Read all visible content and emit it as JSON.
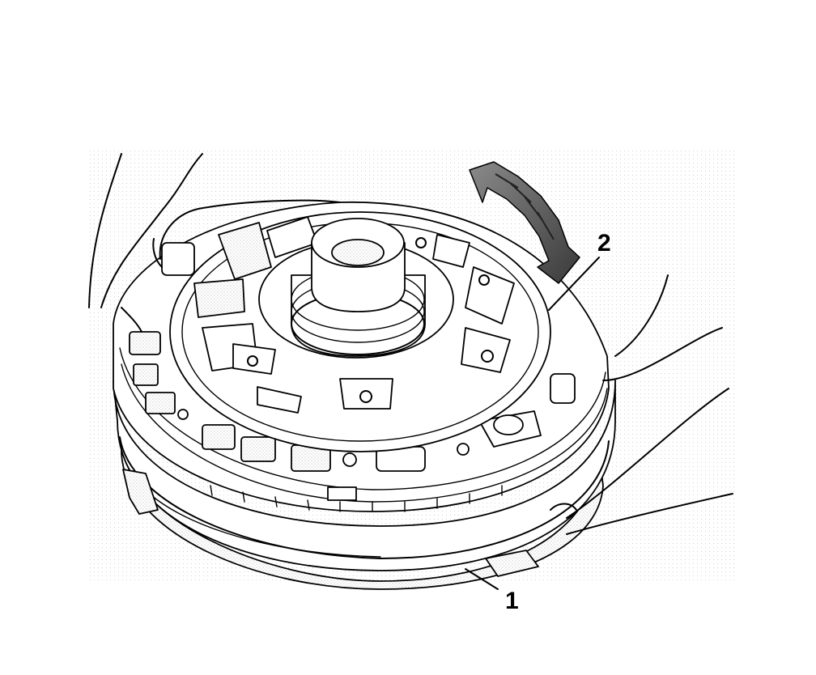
{
  "figure": {
    "callouts": [
      {
        "id": "1",
        "label": "1"
      },
      {
        "id": "2",
        "label": "2"
      }
    ],
    "colors": {
      "line": "#000000",
      "background": "#ffffff",
      "stipple": "#b0b0b0",
      "arrow": "#555555"
    },
    "rotation_arrow": "double-headed-rotation-arrow"
  }
}
